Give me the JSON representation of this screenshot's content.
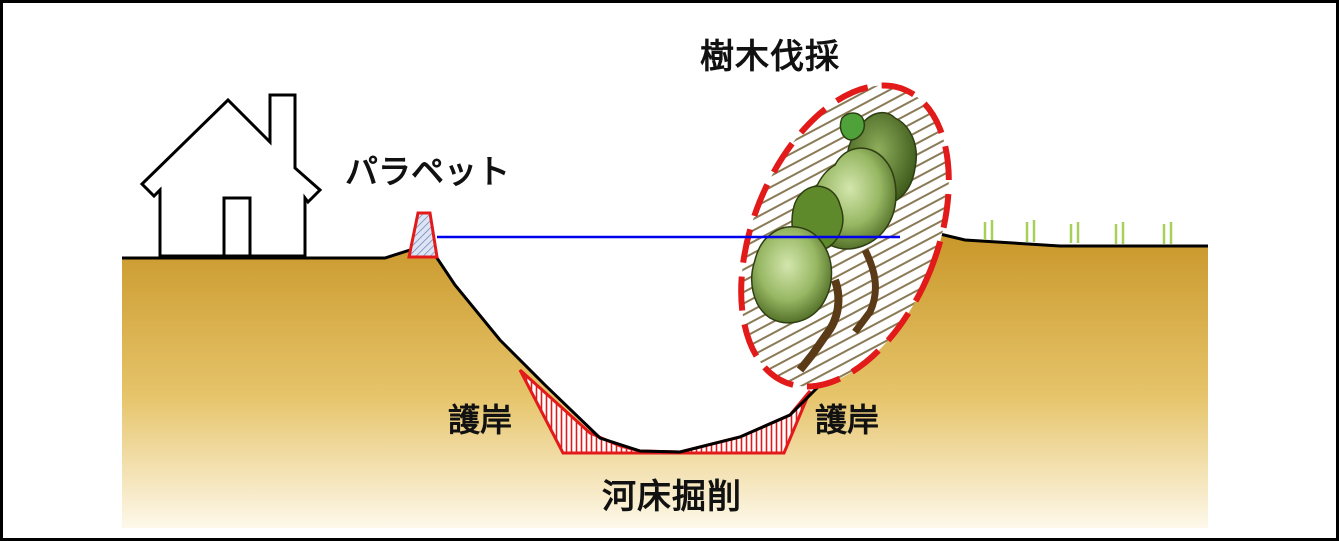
{
  "labels": {
    "tree_cutting": "樹木伐採",
    "parapet": "パラペット",
    "revetment_left": "護岸",
    "revetment_right": "護岸",
    "riverbed_excavation": "河床掘削"
  },
  "colors": {
    "frame": "#000000",
    "ground_top": "#c9972a",
    "ground_bottom": "#fdf8ea",
    "water_line": "#0000ee",
    "revetment": "#e21a1a",
    "cut_zone_dash": "#e21a1a",
    "hatch": "#8a7a55",
    "tree_light": "#b7d38a",
    "tree_dark": "#4e6a22",
    "tree_trunk": "#5a3a17",
    "parapet_fill": "#a9b6d6"
  },
  "icons": [
    "house-icon",
    "tree-icon",
    "grass-icon",
    "parapet-icon"
  ]
}
